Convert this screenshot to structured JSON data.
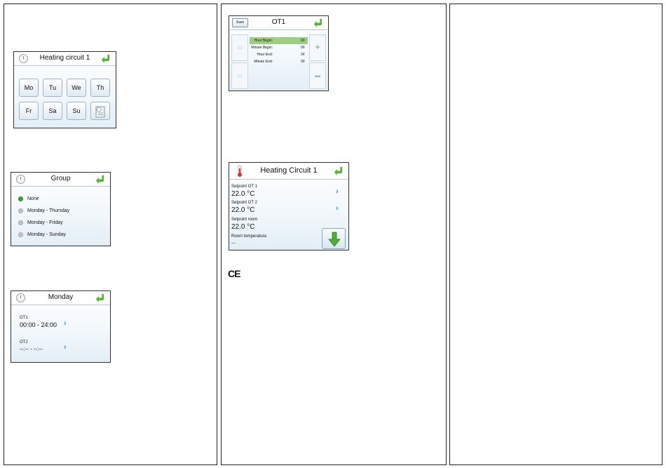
{
  "weekdays_screen": {
    "title": "Heating circuit 1",
    "days": [
      "Mo",
      "Tu",
      "We",
      "Th",
      "Fr",
      "Sa",
      "Su"
    ]
  },
  "group_screen": {
    "title": "Group",
    "options": [
      {
        "label": "None",
        "selected": true
      },
      {
        "label": "Monday - Thursday",
        "selected": false
      },
      {
        "label": "Monday - Friday",
        "selected": false
      },
      {
        "label": "Monday - Sunday",
        "selected": false
      }
    ]
  },
  "monday_screen": {
    "title": "Monday",
    "ot1_label": "OT1",
    "ot1_value": "00:00 - 24:00",
    "ot2_label": "OT2",
    "ot2_value": "--:-- - --:--"
  },
  "ot1_screen": {
    "title": "OT1",
    "save_label": "Save",
    "rows": [
      {
        "key": "Hour Begin:",
        "value": "00",
        "selected": true
      },
      {
        "key": "Minute Begin:",
        "value": "00",
        "selected": false
      },
      {
        "key": "Hour End:",
        "value": "24",
        "selected": false
      },
      {
        "key": "Minute End:",
        "value": "00",
        "selected": false
      }
    ]
  },
  "hc_screen": {
    "title": "Heating Circuit 1",
    "setpoint_ot1_label": "Setpoint OT 1",
    "setpoint_ot1_value": "22.0 °C",
    "setpoint_ot2_label": "Setpoint OT 2",
    "setpoint_ot2_value": "22.0 °C",
    "setpoint_room_label": "Setpoint room",
    "setpoint_room_value": "22.0 °C",
    "room_temp_label": "Room temperatura",
    "room_temp_value": "---"
  },
  "ce_mark": "CE",
  "colors": {
    "accent_green": "#5bb33b",
    "chevron_blue": "#2f9be0",
    "selected_row": "#9ccf82"
  }
}
